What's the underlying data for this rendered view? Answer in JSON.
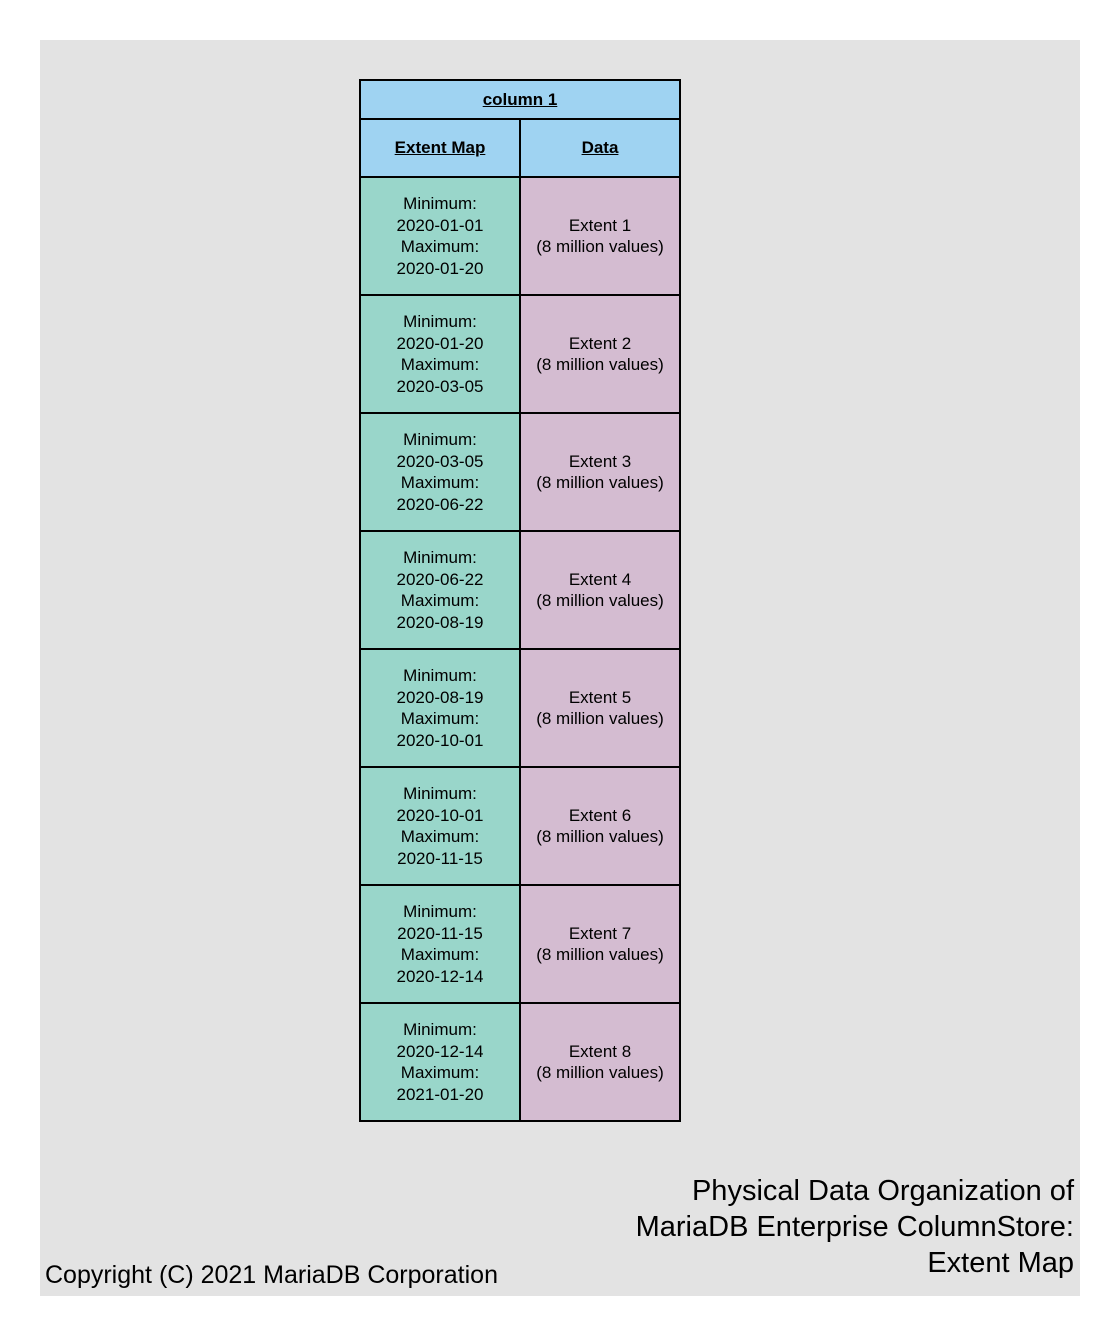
{
  "table": {
    "title": "column 1",
    "headers": {
      "extent_map": "Extent Map",
      "data": "Data"
    },
    "rows": [
      {
        "min_label": "Minimum:",
        "min": "2020-01-01",
        "max_label": "Maximum:",
        "max": "2020-01-20",
        "extent": "Extent 1",
        "values": "(8 million values)"
      },
      {
        "min_label": "Minimum:",
        "min": "2020-01-20",
        "max_label": "Maximum:",
        "max": "2020-03-05",
        "extent": "Extent 2",
        "values": "(8 million values)"
      },
      {
        "min_label": "Minimum:",
        "min": "2020-03-05",
        "max_label": "Maximum:",
        "max": "2020-06-22",
        "extent": "Extent 3",
        "values": "(8 million values)"
      },
      {
        "min_label": "Minimum:",
        "min": "2020-06-22",
        "max_label": "Maximum:",
        "max": "2020-08-19",
        "extent": "Extent 4",
        "values": "(8 million values)"
      },
      {
        "min_label": "Minimum:",
        "min": "2020-08-19",
        "max_label": "Maximum:",
        "max": "2020-10-01",
        "extent": "Extent 5",
        "values": "(8 million values)"
      },
      {
        "min_label": "Minimum:",
        "min": "2020-10-01",
        "max_label": "Maximum:",
        "max": "2020-11-15",
        "extent": "Extent 6",
        "values": "(8 million values)"
      },
      {
        "min_label": "Minimum:",
        "min": "2020-11-15",
        "max_label": "Maximum:",
        "max": "2020-12-14",
        "extent": "Extent 7",
        "values": "(8 million values)"
      },
      {
        "min_label": "Minimum:",
        "min": "2020-12-14",
        "max_label": "Maximum:",
        "max": "2021-01-20",
        "extent": "Extent 8",
        "values": "(8 million values)"
      }
    ]
  },
  "caption": {
    "line1": "Physical Data Organization of",
    "line2": "MariaDB Enterprise ColumnStore:",
    "line3": "Extent Map"
  },
  "copyright": "Copyright (C) 2021 MariaDB Corporation",
  "colors": {
    "background": "#e3e3e3",
    "header": "#9fd3f2",
    "extent_map_cell": "#99d6ca",
    "data_cell": "#d4bcd1"
  }
}
